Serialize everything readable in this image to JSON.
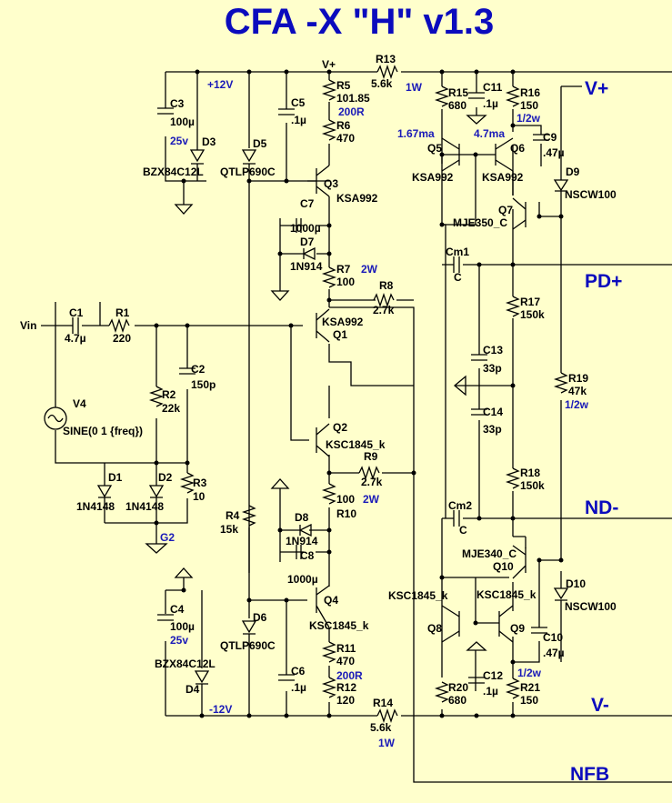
{
  "title": "CFA -X \"H\" v1.3",
  "rails": {
    "vplus": "V+",
    "pdplus": "PD+",
    "ndminus": "ND-",
    "vminus": "V-",
    "nfb": "NFB"
  },
  "node_labels": {
    "vplus_top": "V+",
    "plus12": "+12V",
    "minus12": "-12V",
    "vin": "Vin",
    "g2": "G2"
  },
  "components": {
    "R1": {
      "name": "R1",
      "value": "220"
    },
    "R2": {
      "name": "R2",
      "value": "22k"
    },
    "R3": {
      "name": "R3",
      "value": "10"
    },
    "R4": {
      "name": "R4",
      "value": "15k"
    },
    "R5": {
      "name": "R5",
      "value": "101.85",
      "note": "200R"
    },
    "R6": {
      "name": "R6",
      "value": "470"
    },
    "R7": {
      "name": "R7",
      "value": "100",
      "note": "2W"
    },
    "R8": {
      "name": "R8",
      "value": "2.7k"
    },
    "R9": {
      "name": "R9",
      "value": "2.7k"
    },
    "R10": {
      "name": "R10",
      "value": "100",
      "note": "2W"
    },
    "R11": {
      "name": "R11",
      "value": "470"
    },
    "R12": {
      "name": "R12",
      "value": "120",
      "note": "200R"
    },
    "R13": {
      "name": "R13",
      "value": "5.6k",
      "note": "1W"
    },
    "R14": {
      "name": "R14",
      "value": "5.6k",
      "note": "1W"
    },
    "R15": {
      "name": "R15",
      "value": "680"
    },
    "R16": {
      "name": "R16",
      "value": "150",
      "note": "1/2w"
    },
    "R17": {
      "name": "R17",
      "value": "150k"
    },
    "R18": {
      "name": "R18",
      "value": "150k"
    },
    "R19": {
      "name": "R19",
      "value": "47k",
      "note": "1/2w"
    },
    "R20": {
      "name": "R20",
      "value": "680"
    },
    "R21": {
      "name": "R21",
      "value": "150",
      "note": "1/2w"
    },
    "C1": {
      "name": "C1",
      "value": "4.7µ"
    },
    "C2": {
      "name": "C2",
      "value": "150p"
    },
    "C3": {
      "name": "C3",
      "value": "100µ",
      "note": "25v"
    },
    "C4": {
      "name": "C4",
      "value": "100µ",
      "note": "25v"
    },
    "C5": {
      "name": "C5",
      "value": ".1µ"
    },
    "C6": {
      "name": "C6",
      "value": ".1µ"
    },
    "C7": {
      "name": "C7",
      "value": "1000µ"
    },
    "C8": {
      "name": "C8",
      "value": "1000µ"
    },
    "C9": {
      "name": "C9",
      "value": ".47µ"
    },
    "C10": {
      "name": "C10",
      "value": ".47µ"
    },
    "C11": {
      "name": "C11",
      "value": ".1µ"
    },
    "C12": {
      "name": "C12",
      "value": ".1µ"
    },
    "C13": {
      "name": "C13",
      "value": "33p"
    },
    "C14": {
      "name": "C14",
      "value": "33p"
    },
    "Cm1": {
      "name": "Cm1",
      "value": "C"
    },
    "Cm2": {
      "name": "Cm2",
      "value": "C"
    },
    "D1": {
      "name": "D1",
      "value": "1N4148"
    },
    "D2": {
      "name": "D2",
      "value": "1N4148"
    },
    "D3": {
      "name": "D3",
      "value": "BZX84C12L"
    },
    "D4": {
      "name": "D4",
      "value": "BZX84C12L"
    },
    "D5": {
      "name": "D5",
      "value": "QTLP690C"
    },
    "D6": {
      "name": "D6",
      "value": "QTLP690C"
    },
    "D7": {
      "name": "D7",
      "value": "1N914"
    },
    "D8": {
      "name": "D8",
      "value": "1N914"
    },
    "D9": {
      "name": "D9",
      "value": "NSCW100"
    },
    "D10": {
      "name": "D10",
      "value": "NSCW100"
    },
    "Q1": {
      "name": "Q1",
      "value": "KSA992"
    },
    "Q2": {
      "name": "Q2",
      "value": "KSC1845_k"
    },
    "Q3": {
      "name": "Q3",
      "value": "KSA992"
    },
    "Q4": {
      "name": "Q4",
      "value": "KSC1845_k"
    },
    "Q5": {
      "name": "Q5",
      "value": "KSA992",
      "note": "1.67ma"
    },
    "Q6": {
      "name": "Q6",
      "value": "KSA992",
      "note": "4.7ma"
    },
    "Q7": {
      "name": "Q7",
      "value": "MJE350_C"
    },
    "Q8": {
      "name": "Q8",
      "value": "KSC1845_k"
    },
    "Q9": {
      "name": "Q9",
      "value": "KSC1845_k"
    },
    "Q10": {
      "name": "Q10",
      "value": "MJE340_C"
    },
    "V4": {
      "name": "V4",
      "value": "SINE(0 1 {freq})"
    }
  }
}
